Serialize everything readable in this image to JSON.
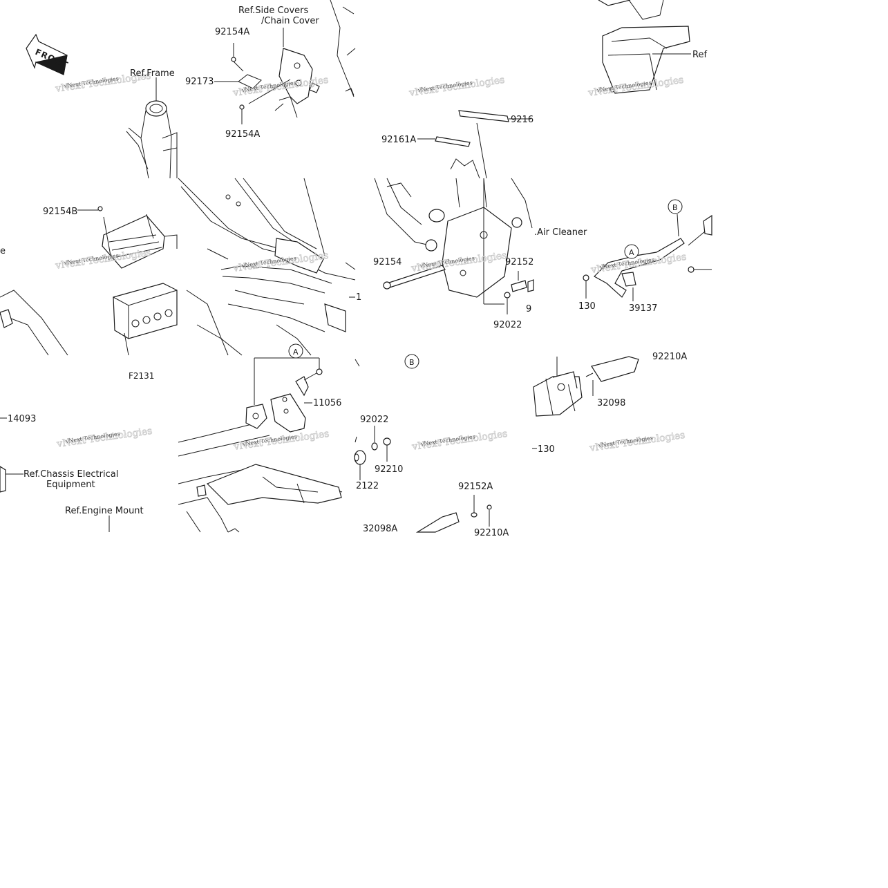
{
  "front_badge": "FRONT",
  "watermark": "vNext Technologies",
  "references": {
    "side_covers_1": "Ref.Side Covers",
    "side_covers_2": "/Chain Cover",
    "frame": "Ref.Frame",
    "ref_top_right": "Ref",
    "air_cleaner": ".Air Cleaner",
    "chassis_1": "Ref.Chassis Electrical",
    "chassis_2": "Equipment",
    "engine_mount": "Ref.Engine Mount",
    "fragment_e": "e"
  },
  "parts": {
    "p92154A_top": "92154A",
    "p92173": "92173",
    "p92154A_bottom": "92154A",
    "p9216": "9216",
    "p92161A": "92161A",
    "p92154B": "92154B",
    "p92154": "92154",
    "p92152": "92152",
    "p92022_mid": "92022",
    "p9_frag": "9",
    "p1_frag": "1",
    "p130_mid": "130",
    "p39137": "39137",
    "p92210A_top": "92210A",
    "p32098": "32098",
    "p130_frag": "130",
    "p14093": "14093",
    "pF2131": "F2131",
    "p11056": "11056",
    "p92022_low": "92022",
    "p92210": "92210",
    "p2122": "2122",
    "p92152A": "92152A",
    "p32098A": "32098A",
    "p92210A_bottom": "92210A"
  },
  "callouts": {
    "a1": "A",
    "a2": "A",
    "b1": "B",
    "b2": "B"
  }
}
